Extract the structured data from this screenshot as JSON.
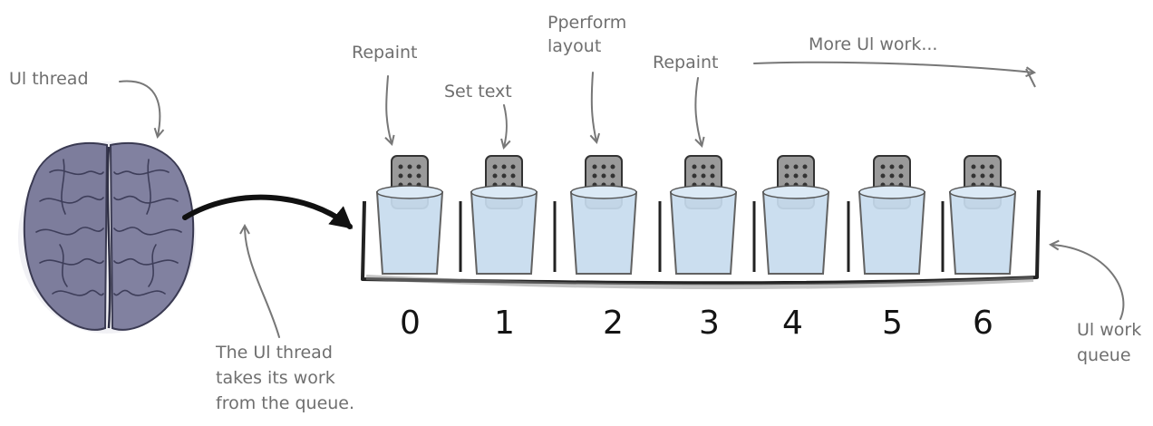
{
  "labels": {
    "ui_thread": "Ul thread",
    "repaint_0": "Repaint",
    "set_text": "Set text",
    "perform_layout": [
      "Pperform",
      "layout"
    ],
    "repaint_3": "Repaint",
    "more_work": "More Ul work...",
    "takes_work": [
      "The Ul thread",
      "takes its work",
      "from the queue."
    ],
    "work_queue": [
      "Ul work",
      "queue"
    ]
  },
  "slots": [
    "0",
    "1",
    "2",
    "3",
    "4",
    "5",
    "6"
  ],
  "colors": {
    "brain": "#7d7d9c",
    "cup": "#c7dcee",
    "remote": "#9a9a9a",
    "label_text": "#6f6f6f",
    "shelf": "#222222"
  }
}
